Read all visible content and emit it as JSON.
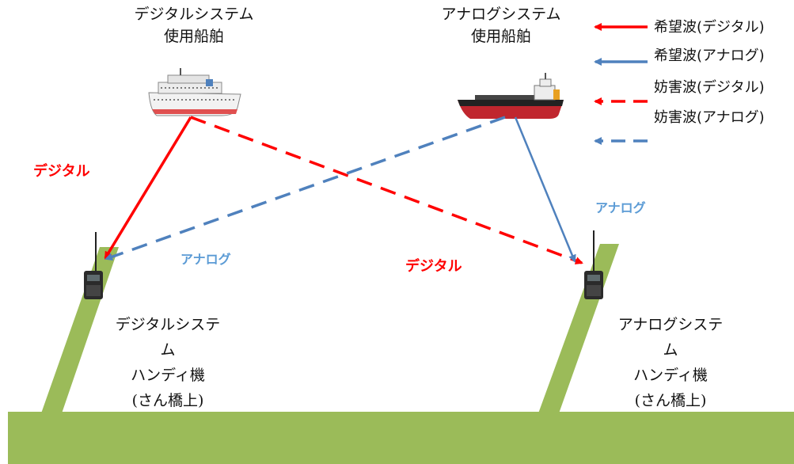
{
  "ships": {
    "digital": {
      "title_line1": "デジタルシステム",
      "title_line2": "使用船舶"
    },
    "analog": {
      "title_line1": "アナログシステム",
      "title_line2": "使用船舶"
    }
  },
  "links": {
    "digital_direct": "デジタル",
    "analog_interference": "アナログ",
    "analog_direct": "アナログ",
    "digital_interference": "デジタル"
  },
  "radios": {
    "digital": {
      "line1": "デジタルシステ",
      "line2": "ム",
      "line3": "ハンディ機",
      "line4": "(さん橋上)"
    },
    "analog": {
      "line1": "アナログシステ",
      "line2": "ム",
      "line3": "ハンディ機",
      "line4": "(さん橋上)"
    }
  },
  "legend": {
    "desired_digital": "希望波(デジタル)",
    "desired_analog": "希望波(アナログ)",
    "interference_digital": "妨害波(デジタル)",
    "interference_analog": "妨害波(アナログ)"
  },
  "colors": {
    "digital": "#ff0000",
    "analog": "#5b9bd5",
    "ground": "#9bbb59"
  }
}
